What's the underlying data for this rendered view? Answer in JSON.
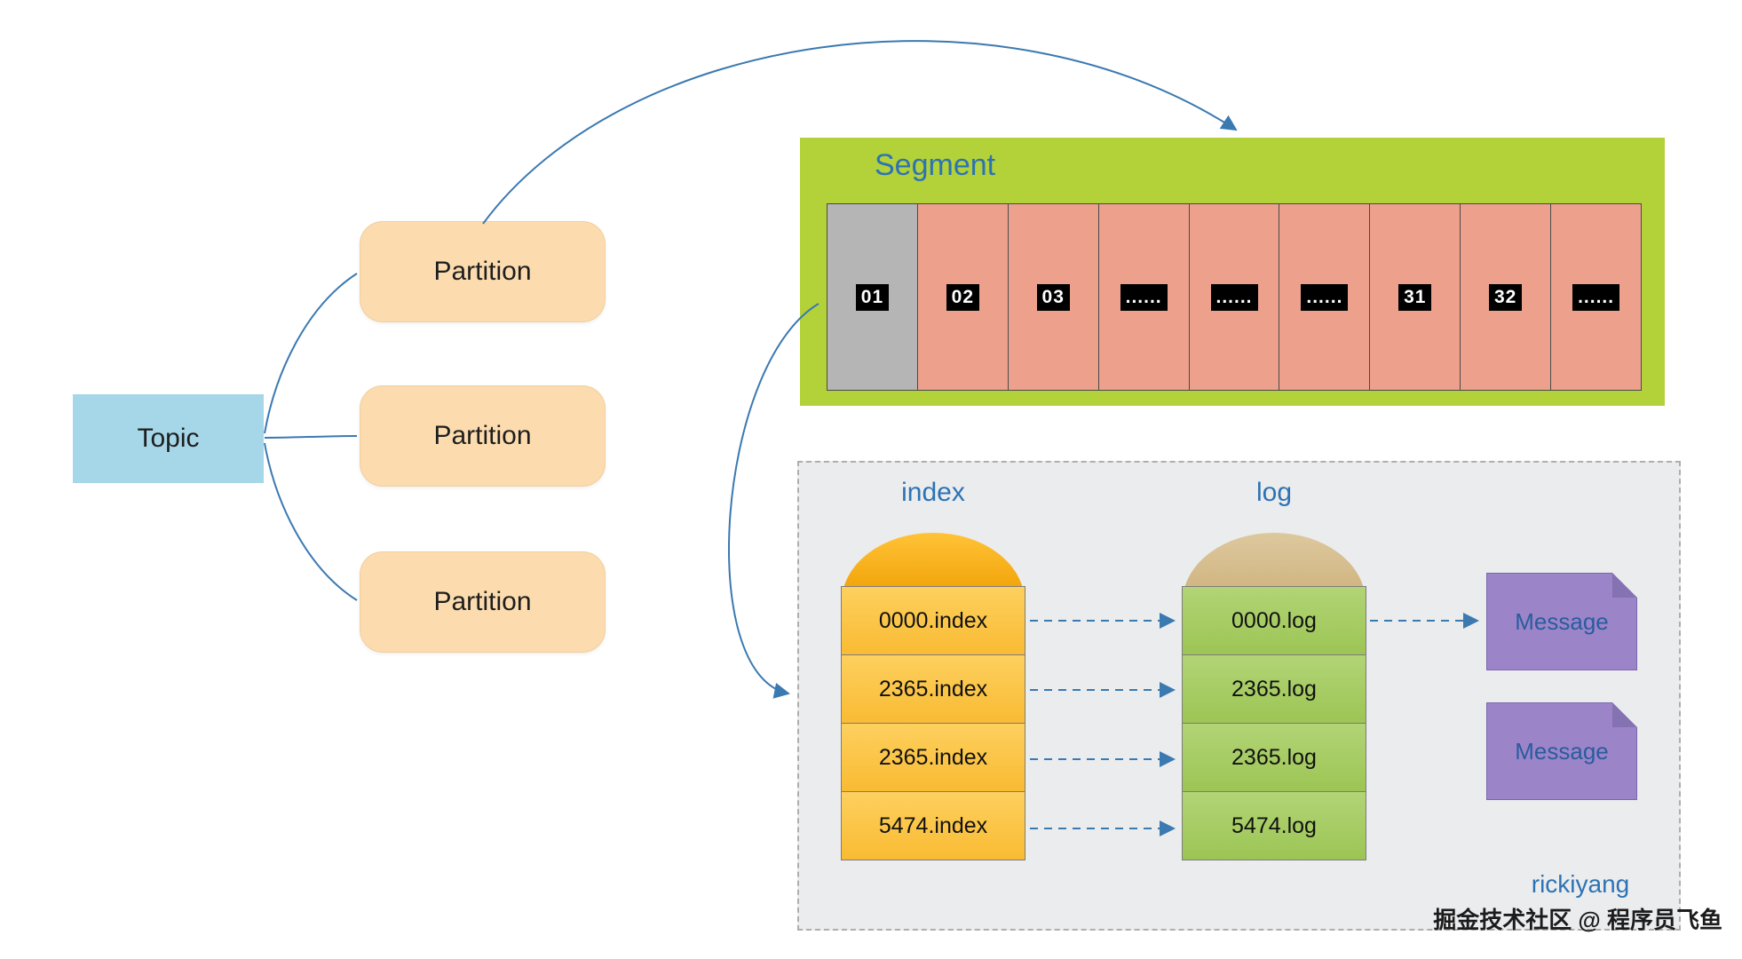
{
  "topic": {
    "label": "Topic"
  },
  "partitions": [
    {
      "label": "Partition"
    },
    {
      "label": "Partition"
    },
    {
      "label": "Partition"
    }
  ],
  "segment": {
    "title": "Segment",
    "cells": [
      {
        "label": "01"
      },
      {
        "label": "02"
      },
      {
        "label": "03"
      },
      {
        "label": "......"
      },
      {
        "label": "......"
      },
      {
        "label": "......"
      },
      {
        "label": "31"
      },
      {
        "label": "32"
      },
      {
        "label": "......"
      }
    ]
  },
  "storage": {
    "index_column": {
      "title": "index",
      "files": [
        {
          "name": "0000.index"
        },
        {
          "name": "2365.index"
        },
        {
          "name": "2365.index"
        },
        {
          "name": "5474.index"
        }
      ]
    },
    "log_column": {
      "title": "log",
      "files": [
        {
          "name": "0000.log"
        },
        {
          "name": "2365.log"
        },
        {
          "name": "2365.log"
        },
        {
          "name": "5474.log"
        }
      ]
    },
    "messages": [
      {
        "label": "Message"
      },
      {
        "label": "Message"
      }
    ],
    "signature": "rickiyang"
  },
  "watermark": "掘金技术社区 @ 程序员飞鱼",
  "colors": {
    "topic_fill": "#a6d7e8",
    "partition_fill": "#fcdcae",
    "segment_fill": "#b3d138",
    "segment_cell_fill": "#eda18d",
    "segment_cell_first_fill": "#b5b5b5",
    "index_fill": "#fcc648",
    "index_dome_fill": "#f5a623",
    "log_fill": "#a7cd64",
    "log_dome_fill": "#d5bd8f",
    "message_fill": "#9b85c8",
    "accent_blue": "#2d73b4",
    "storage_fill": "#ebecee"
  }
}
